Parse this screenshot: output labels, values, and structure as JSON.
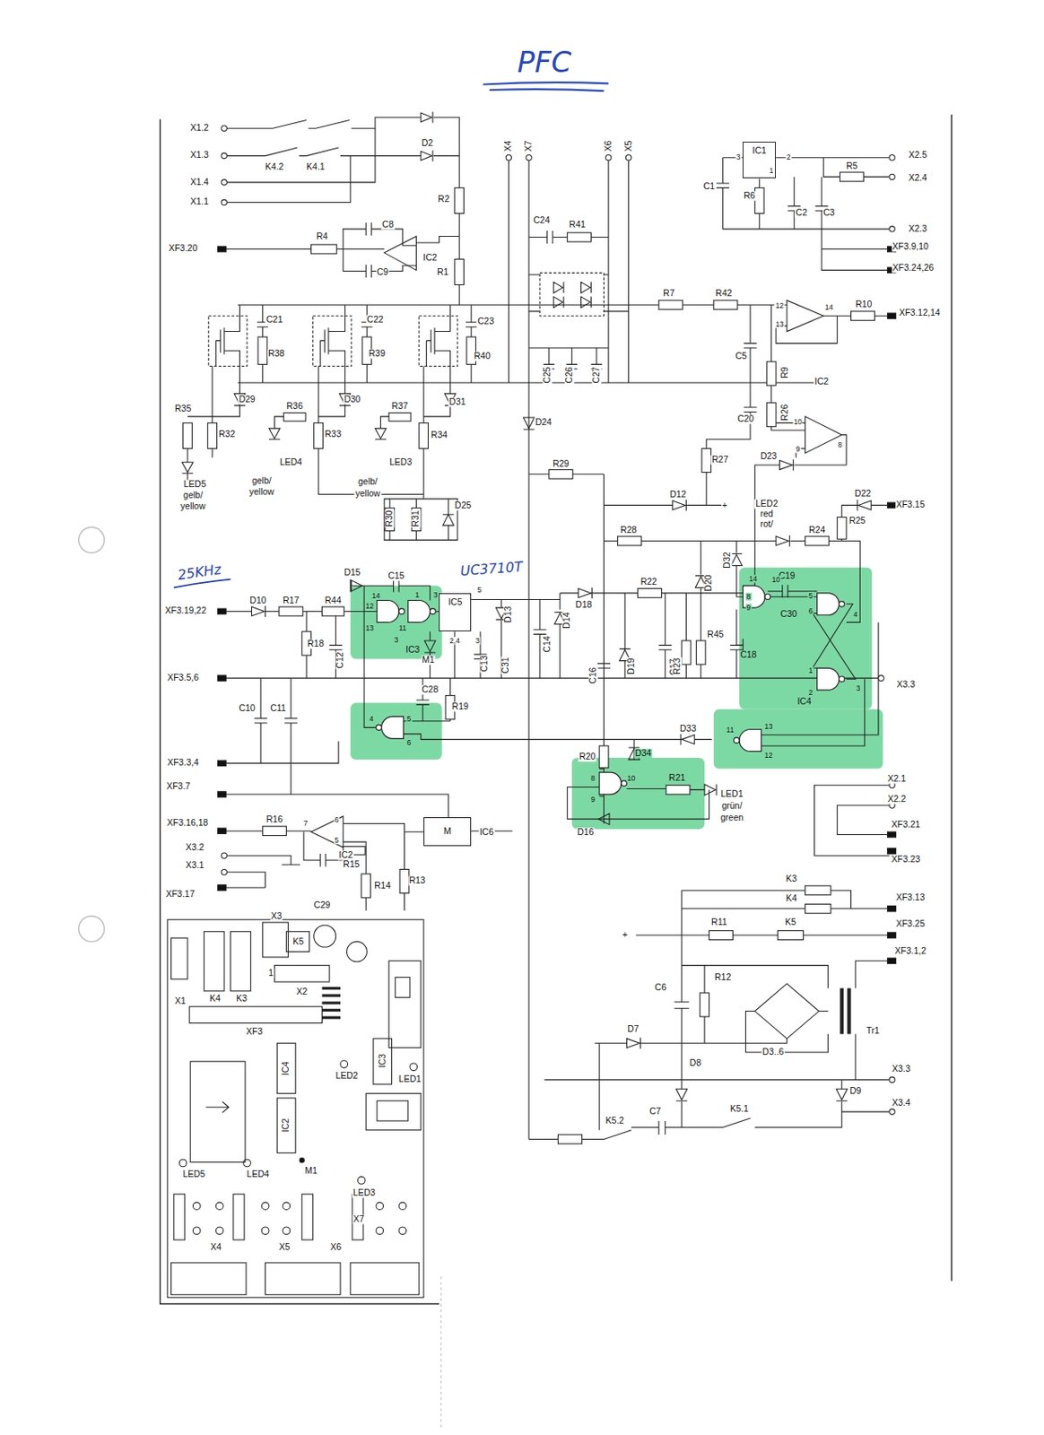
{
  "diagram": {
    "title": "PFC",
    "nodes": [
      {
        "text": [
          "IC1"
        ]
      },
      {
        "text": [
          "IC5"
        ]
      },
      {
        "text": [
          "M",
          "IC6"
        ]
      }
    ],
    "labels": [
      "X1.2",
      "X1.3",
      "X1.4",
      "X1.1",
      "D2",
      "K4.2",
      "K4.1",
      "R2",
      "C8",
      "IC2",
      "R4",
      "XF3.20",
      "C9",
      "R1",
      "X4",
      "X7",
      "X6",
      "X5",
      "C24",
      "R41",
      "3",
      "2",
      "1",
      "R5",
      "X2.5",
      "X2.4",
      "C1",
      "R6",
      "C2",
      "C3",
      "X2.3",
      "XF3.9,10",
      "XF3.24,26",
      "C21",
      "R38",
      "C22",
      "R39",
      "C23",
      "R40",
      "R7",
      "R42",
      "12",
      "13",
      "14",
      "R10",
      "XF3.12,14",
      "C5",
      "R9",
      "C25",
      "C26",
      "C27",
      "IC2",
      "C20",
      "R26",
      "10",
      "9",
      "8",
      "R35",
      "D29",
      "R36",
      "D30",
      "R37",
      "D31",
      "R32",
      "R33",
      "R34",
      "D24",
      "LED5",
      "gelb/",
      "yellow",
      "LED4",
      "gelb/",
      "yellow",
      "LED3",
      "gelb/",
      "yellow",
      "R29",
      "R27",
      "D23",
      "D12",
      "+",
      "D22",
      "XF3.15",
      "rot/",
      "red",
      "LED2",
      "R28",
      "R24",
      "R25",
      "R30",
      "R31",
      "D25",
      "25KHz",
      "UC3710T",
      "D10",
      "R17",
      "D15",
      "R44",
      "C15",
      "14",
      "12",
      "13",
      "11",
      "3",
      "1",
      "3",
      "IC3",
      "XF3.19,22",
      "R18",
      "C12",
      "M1",
      "5",
      "2,4",
      "3",
      "D13",
      "C13",
      "C31",
      "C14",
      "D14",
      "D18",
      "R22",
      "D20",
      "D32",
      "C19",
      "14",
      "10",
      "8",
      "9",
      "5",
      "6",
      "4",
      "C30",
      "C18",
      "R45",
      "C16",
      "D19",
      "C17",
      "R23",
      "1",
      "2",
      "3",
      "IC4",
      "X3.3",
      "XF3.5,6",
      "C28",
      "R19",
      "4",
      "5",
      "6",
      "C10",
      "C11",
      "D33",
      "11",
      "13",
      "12",
      "XF3.3,4",
      "R20",
      "D34",
      "8",
      "10",
      "9",
      "R21",
      "LED1",
      "grün/",
      "green",
      "D16",
      "X2.1",
      "X2.2",
      "XF3.21",
      "XF3.23",
      "XF3.7",
      "XF3.16,18",
      "R16",
      "7",
      "6",
      "5",
      "IC2",
      "R15",
      "X3.2",
      "X3.1",
      "XF3.17",
      "C29",
      "R14",
      "R13",
      "K3",
      "K4",
      "XF3.13",
      "+",
      "R11",
      "K5",
      "XF3.25",
      "XF3.1,2",
      "C6",
      "R12",
      "D3..6",
      "Tr1",
      "D7",
      "D8",
      "X3.3",
      "D9",
      "X3.4",
      "K5.2",
      "C7",
      "K5.1",
      "X3",
      "K4",
      "K3",
      "K5",
      "1",
      "X1",
      "X2",
      "XF3",
      "IC4",
      "IC3",
      "LED1",
      "LED2",
      "IC2",
      "M1",
      "LED5",
      "LED4",
      "LED3",
      "X7",
      "X4",
      "X5",
      "X6"
    ]
  }
}
